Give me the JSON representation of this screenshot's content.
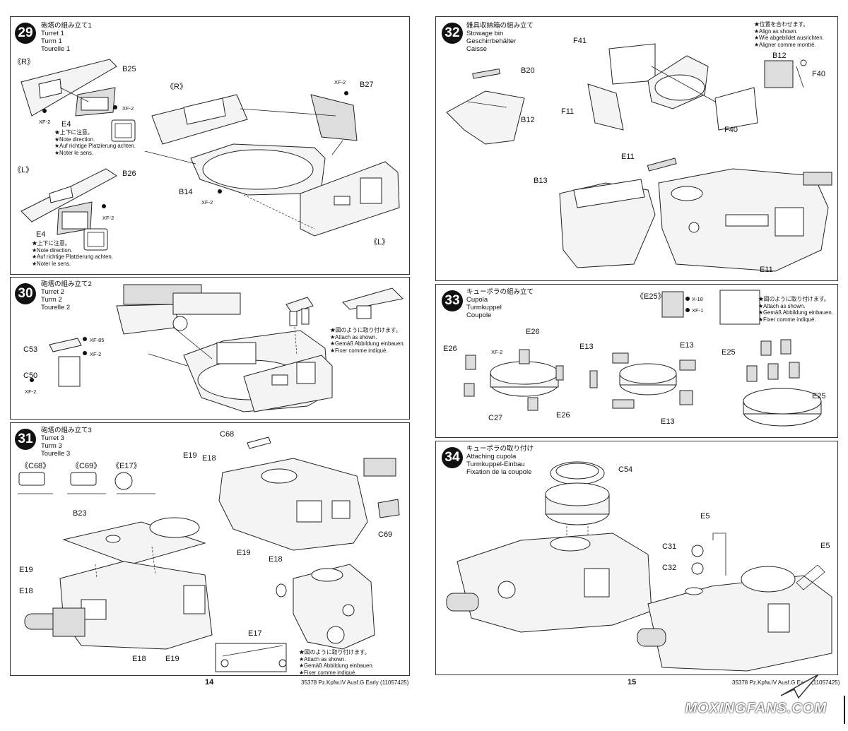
{
  "steps": {
    "s29": {
      "num": "29",
      "jp": "砲塔の組み立て1",
      "en": "Turret 1",
      "de": "Turm 1",
      "fr": "Tourelle 1",
      "labels": {
        "r_left": "《R》",
        "l_left": "《L》",
        "r_main": "《R》",
        "l_main": "《L》",
        "b25": "B25",
        "b26": "B26",
        "b27": "B27",
        "b14": "B14",
        "e4a": "E4",
        "e4b": "E4",
        "xf2a": "XF-2",
        "xf2b": "XF-2",
        "xf2c": "XF-2",
        "xf2d": "XF-2",
        "xf2e": "XF-2"
      },
      "note1": [
        "★上下に注意。",
        "★Note direction.",
        "★Auf richtige Platzierung achten.",
        "★Noter le sens."
      ],
      "note2": [
        "★上下に注意。",
        "★Note direction.",
        "★Auf richtige Platzierung achten.",
        "★Noter le sens."
      ]
    },
    "s30": {
      "num": "30",
      "jp": "砲塔の組み立て2",
      "en": "Turret 2",
      "de": "Turm 2",
      "fr": "Tourelle 2",
      "labels": {
        "c53": "C53",
        "c50": "C50",
        "xf85": "XF-85",
        "xf2a": "XF-2",
        "xf2b": "XF-2"
      },
      "note": [
        "★図のように取り付けます。",
        "★Attach as shown.",
        "★Gemäß Abbildung einbauen.",
        "★Fixer comme indiqué."
      ]
    },
    "s31": {
      "num": "31",
      "jp": "砲塔の組み立て3",
      "en": "Turret 3",
      "de": "Turm 3",
      "fr": "Tourelle 3",
      "labels": {
        "c68_tab": "《C68》",
        "c69_tab": "《C69》",
        "e17_tab": "《E17》",
        "c68": "C68",
        "c69": "C69",
        "b23": "B23",
        "e17": "E17",
        "e19a": "E19",
        "e18a": "E18",
        "e19b": "E19",
        "e18b": "E18",
        "e19c": "E19",
        "e18c": "E18",
        "e18d": "E18",
        "e19d": "E19"
      },
      "note": [
        "★図のように取り付けます。",
        "★Attach as shown.",
        "★Gemäß Abbildung einbauen.",
        "★Fixer comme indiqué."
      ]
    },
    "s32": {
      "num": "32",
      "jp": "雑具収納箱の組み立て",
      "en": "Stowage bin",
      "de": "Geschirrbehälter",
      "fr": "Caisse",
      "labels": {
        "b20": "B20",
        "b12": "B12",
        "f41": "F41",
        "f11": "F11",
        "f40": "F40",
        "b12b": "B12",
        "f40b": "F40",
        "e11a": "E11",
        "b13": "B13",
        "e11b": "E11"
      },
      "note": [
        "★位置を合わせます。",
        "★Align as shown.",
        "★Wie abgebildet ausrichten.",
        "★Aligner comme montré."
      ]
    },
    "s33": {
      "num": "33",
      "jp": "キューポラの組み立て",
      "en": "Cupola",
      "de": "Turmkuppel",
      "fr": "Coupole",
      "labels": {
        "e25_tab": "《E25》",
        "x18": "X-18",
        "xf1": "XF-1",
        "xf2": "XF-2",
        "e26a": "E26",
        "e26b": "E26",
        "e26c": "E26",
        "c27": "C27",
        "e13a": "E13",
        "e13b": "E13",
        "e13c": "E13",
        "e25a": "E25",
        "e25b": "E25"
      },
      "note": [
        "★図のように取り付けます。",
        "★Attach as shown.",
        "★Gemäß Abbildung einbauen.",
        "★Fixer comme indiqué."
      ]
    },
    "s34": {
      "num": "34",
      "jp": "キューポラの取り付け",
      "en": "Attaching cupola",
      "de": "Turmkuppel-Einbau",
      "fr": "Fixation de la coupole",
      "labels": {
        "c54": "C54",
        "e5a": "E5",
        "e5b": "E5",
        "c31": "C31",
        "c32": "C32"
      }
    }
  },
  "footer": {
    "page_left": "14",
    "page_right": "15",
    "code_left": "35378 Pz.Kpfw.IV Ausf.G Early (11057425)",
    "code_right": "35378 Pz.Kpfw.IV Ausf.G Early (11057425)"
  },
  "watermark": "MOXINGFANS.COM"
}
